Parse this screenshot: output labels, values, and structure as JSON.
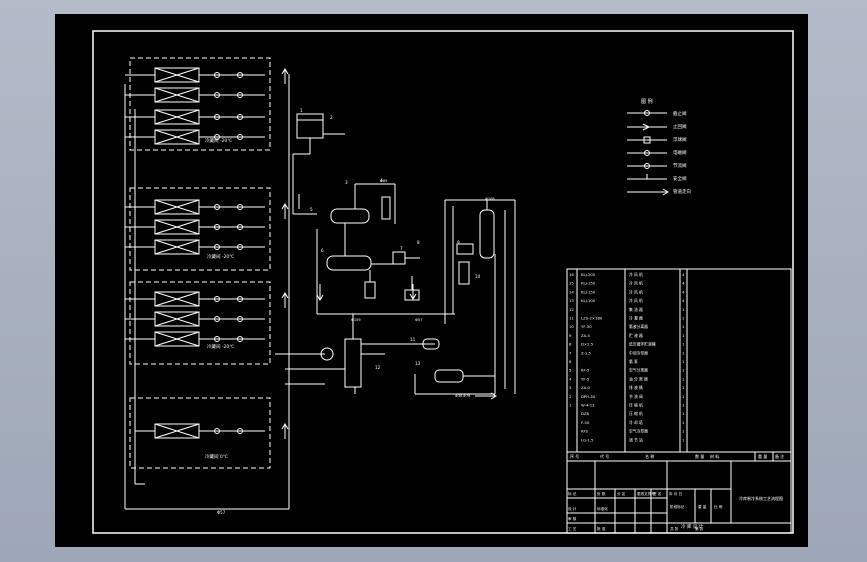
{
  "drawing": {
    "room_labels": [
      "冷藏间 -20℃",
      "冷藏间 -20℃",
      "冷藏间 -20℃",
      "冷藏间 0℃"
    ],
    "bottom_pipe_label": "Φ57",
    "equipment_labels": [
      "1",
      "2",
      "3",
      "4",
      "5",
      "6",
      "7",
      "8",
      "9",
      "10",
      "11",
      "12",
      "13"
    ],
    "flow_labels": [
      "Φ159",
      "Φ57",
      "Φ38",
      "Φ89",
      "Φ76",
      "Φ108"
    ]
  },
  "legend": {
    "title": "图 例",
    "items": [
      "截止阀",
      "止回阀",
      "浮球阀",
      "电磁阀",
      "节流阀",
      "安全阀",
      "管道走向"
    ]
  },
  "parts_table": {
    "rows": [
      {
        "no": "16",
        "spec": "KLJ-200",
        "name": "冷 风 机",
        "qty": "4"
      },
      {
        "no": "15",
        "spec": "KLJ-150",
        "name": "冷 风 机",
        "qty": "4"
      },
      {
        "no": "14",
        "spec": "KLJ-150",
        "name": "冷 风 机",
        "qty": "4"
      },
      {
        "no": "13",
        "spec": "KLJ-100",
        "name": "冷 风 机",
        "qty": "4"
      },
      {
        "no": "12",
        "spec": "",
        "name": "集 油 器",
        "qty": "1"
      },
      {
        "no": "11",
        "spec": "LZS-2×180",
        "name": "冷 凝 器",
        "qty": "1"
      },
      {
        "no": "10",
        "spec": "YF-50",
        "name": "氨液分离器",
        "qty": "1"
      },
      {
        "no": "9",
        "spec": "ZA-5",
        "name": "贮 液 器",
        "qty": "1"
      },
      {
        "no": "8",
        "spec": "D×2.5",
        "name": "低压循环贮液桶",
        "qty": "1"
      },
      {
        "no": "7",
        "spec": "Z-1.5",
        "name": "中间冷却器",
        "qty": "1"
      },
      {
        "no": "6",
        "spec": "",
        "name": "氨 泵",
        "qty": "1"
      },
      {
        "no": "5",
        "spec": "KF-5",
        "name": "空气分离器",
        "qty": "1"
      },
      {
        "no": "4",
        "spec": "YF-5",
        "name": "油 分 离 器",
        "qty": "1"
      },
      {
        "no": "3",
        "spec": "ZA-0",
        "name": "排 液 桶",
        "qty": "1"
      },
      {
        "no": "2",
        "spec": "DPH-50",
        "name": "节 流 阀",
        "qty": "1"
      },
      {
        "no": "1",
        "spec": "W-4-12",
        "name": "压 缩 机",
        "qty": "1"
      },
      {
        "no": "",
        "spec": "DZ8",
        "name": "压 缩 机",
        "qty": "1"
      },
      {
        "no": "",
        "spec": "F-50",
        "name": "冷 却 塔",
        "qty": "1"
      },
      {
        "no": "",
        "spec": "KFS",
        "name": "空气冷却器",
        "qty": "1"
      },
      {
        "no": "",
        "spec": "LG-1.5",
        "name": "调 节 站",
        "qty": "1"
      }
    ],
    "header": {
      "no": "序 号",
      "spec": "代 号",
      "name": "名 称",
      "qty": "数 量",
      "material": "材 料",
      "weight": "重 量",
      "note": "备 注"
    }
  },
  "title_block": {
    "labels": [
      "标 记",
      "处 数",
      "分 区",
      "更改文件号",
      "签 名",
      "年 月 日",
      "设 计",
      "标准化",
      "审 核",
      "工 艺",
      "批 准",
      "阶段标记",
      "重 量",
      "比 例",
      "共 张",
      "第 张"
    ],
    "drawing_title": "冷库制冷系统工艺流程图",
    "company": "冷 库 设 计"
  },
  "colors": {
    "background": "#000000",
    "lines": "#ffffff",
    "frame": "#b3bac8"
  }
}
